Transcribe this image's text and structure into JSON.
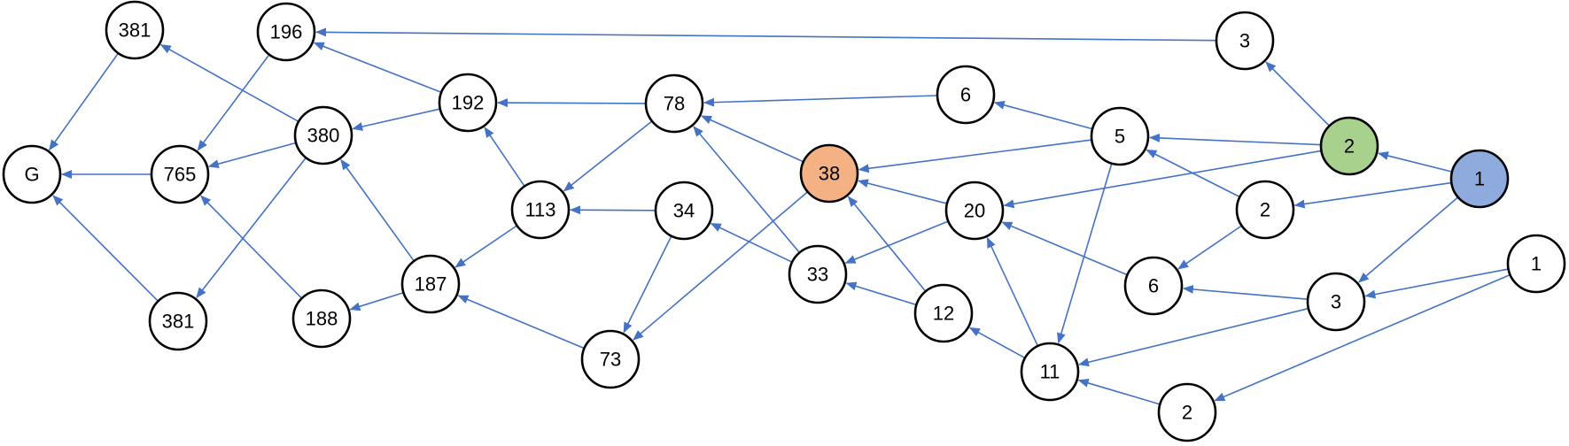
{
  "colors": {
    "edge": "#4472C4",
    "node_default": "#FFFFFF",
    "node_orange": "#F4B183",
    "node_green": "#A9D18E",
    "node_blue": "#8FAADC"
  },
  "nodes": [
    {
      "id": "G",
      "label": "G"
    },
    {
      "id": "n381a",
      "label": "381"
    },
    {
      "id": "n196",
      "label": "196"
    },
    {
      "id": "n765",
      "label": "765"
    },
    {
      "id": "n380",
      "label": "380"
    },
    {
      "id": "n381b",
      "label": "381"
    },
    {
      "id": "n188",
      "label": "188"
    },
    {
      "id": "n192",
      "label": "192"
    },
    {
      "id": "n187",
      "label": "187"
    },
    {
      "id": "n113",
      "label": "113"
    },
    {
      "id": "n78",
      "label": "78"
    },
    {
      "id": "n34",
      "label": "34"
    },
    {
      "id": "n73",
      "label": "73"
    },
    {
      "id": "n38",
      "label": "38",
      "fill": "orange"
    },
    {
      "id": "n33",
      "label": "33"
    },
    {
      "id": "n6a",
      "label": "6"
    },
    {
      "id": "n20",
      "label": "20"
    },
    {
      "id": "n12",
      "label": "12"
    },
    {
      "id": "n11",
      "label": "11"
    },
    {
      "id": "n5",
      "label": "5"
    },
    {
      "id": "n6b",
      "label": "6"
    },
    {
      "id": "n3a",
      "label": "3"
    },
    {
      "id": "n2g",
      "label": "2",
      "fill": "green"
    },
    {
      "id": "n2a",
      "label": "2"
    },
    {
      "id": "n3b",
      "label": "3"
    },
    {
      "id": "n2b",
      "label": "2"
    },
    {
      "id": "n1b",
      "label": "1",
      "fill": "blue"
    },
    {
      "id": "n1a",
      "label": "1"
    }
  ],
  "edges": [
    [
      "n381a",
      "G"
    ],
    [
      "n765",
      "G"
    ],
    [
      "n381b",
      "G"
    ],
    [
      "n196",
      "n765"
    ],
    [
      "n380",
      "n765"
    ],
    [
      "n188",
      "n765"
    ],
    [
      "n380",
      "n381a"
    ],
    [
      "n380",
      "n381b"
    ],
    [
      "n192",
      "n196"
    ],
    [
      "n192",
      "n380"
    ],
    [
      "n187",
      "n380"
    ],
    [
      "n187",
      "n188"
    ],
    [
      "n113",
      "n192"
    ],
    [
      "n78",
      "n192"
    ],
    [
      "n113",
      "n187"
    ],
    [
      "n73",
      "n187"
    ],
    [
      "n78",
      "n113"
    ],
    [
      "n34",
      "n113"
    ],
    [
      "n34",
      "n73"
    ],
    [
      "n38",
      "n73"
    ],
    [
      "n38",
      "n78"
    ],
    [
      "n33",
      "n78"
    ],
    [
      "n33",
      "n34"
    ],
    [
      "n6a",
      "n78"
    ],
    [
      "n20",
      "n38"
    ],
    [
      "n12",
      "n38"
    ],
    [
      "n5",
      "n38"
    ],
    [
      "n20",
      "n33"
    ],
    [
      "n12",
      "n33"
    ],
    [
      "n11",
      "n12"
    ],
    [
      "n11",
      "n20"
    ],
    [
      "n5",
      "n6a"
    ],
    [
      "n5",
      "n11"
    ],
    [
      "n2g",
      "n5"
    ],
    [
      "n2a",
      "n5"
    ],
    [
      "n2g",
      "n20"
    ],
    [
      "n2g",
      "n3a"
    ],
    [
      "n3a",
      "n196"
    ],
    [
      "n1b",
      "n2g"
    ],
    [
      "n1b",
      "n2a"
    ],
    [
      "n1b",
      "n3b"
    ],
    [
      "n2a",
      "n6b"
    ],
    [
      "n6b",
      "n20"
    ],
    [
      "n3b",
      "n6b"
    ],
    [
      "n3b",
      "n11"
    ],
    [
      "n2b",
      "n11"
    ],
    [
      "n1a",
      "n3b"
    ],
    [
      "n1a",
      "n2b"
    ]
  ]
}
